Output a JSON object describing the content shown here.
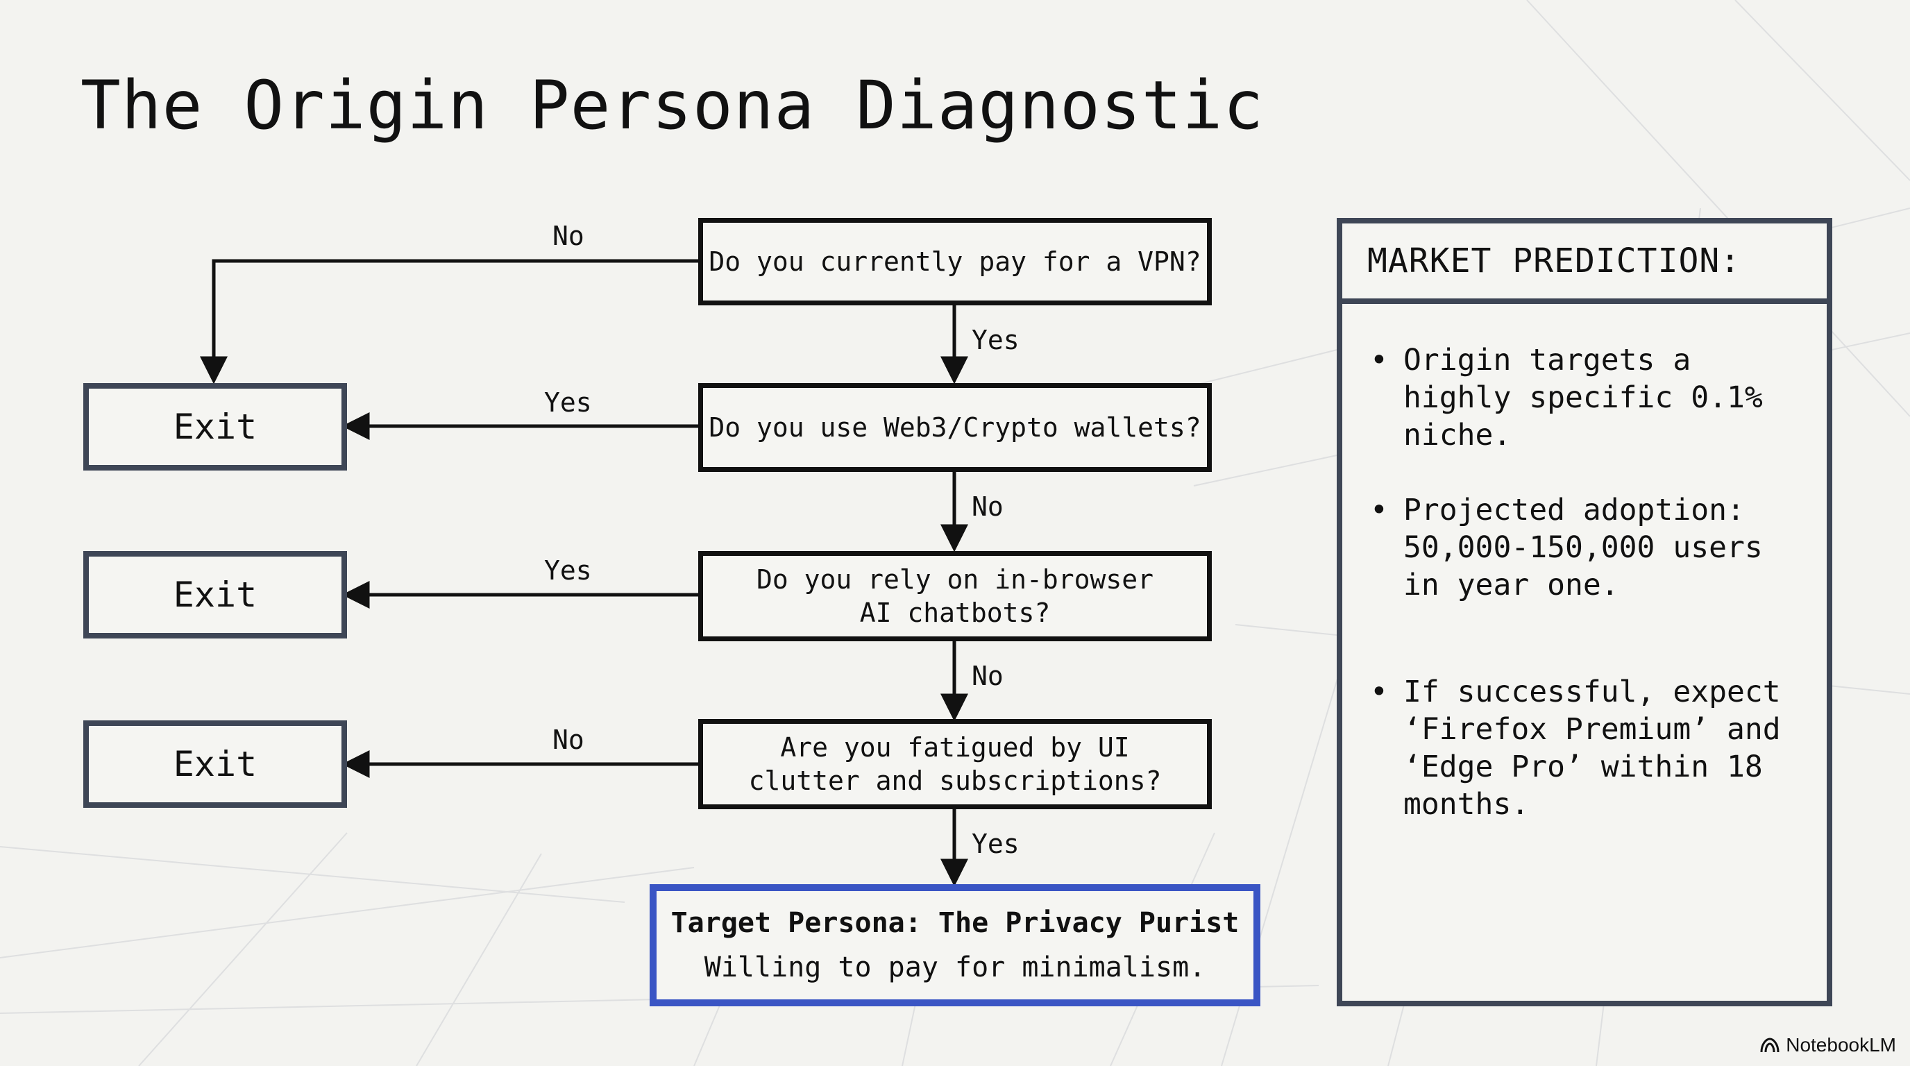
{
  "title": "The Origin Persona Diagnostic",
  "flow": {
    "q1": "Do you currently pay for a VPN?",
    "q2": "Do you use Web3/Crypto wallets?",
    "q3": "Do you rely on in-browser\nAI chatbots?",
    "q4": "Are you fatigued by UI\nclutter and subscriptions?",
    "exit_label": "Exit",
    "labels": {
      "q1_no": "No",
      "q1_yes": "Yes",
      "q2_yes": "Yes",
      "q2_no": "No",
      "q3_yes": "Yes",
      "q3_no": "No",
      "q4_no": "No",
      "q4_yes": "Yes"
    },
    "target_title": "Target Persona: The Privacy Purist",
    "target_subtitle": "Willing to pay for minimalism."
  },
  "panel": {
    "header": "MARKET PREDICTION:",
    "bullets": [
      "Origin targets a highly specific 0.1% niche.",
      "Projected adoption: 50,000-150,000 users in year one.",
      "If successful, expect ‘Firefox Premium’ and ‘Edge Pro’ within 18 months."
    ]
  },
  "brand": "NotebookLM",
  "colors": {
    "background": "#f3f3f0",
    "box_border": "#111111",
    "exit_border": "#3e4656",
    "target_border": "#3a55c4"
  }
}
